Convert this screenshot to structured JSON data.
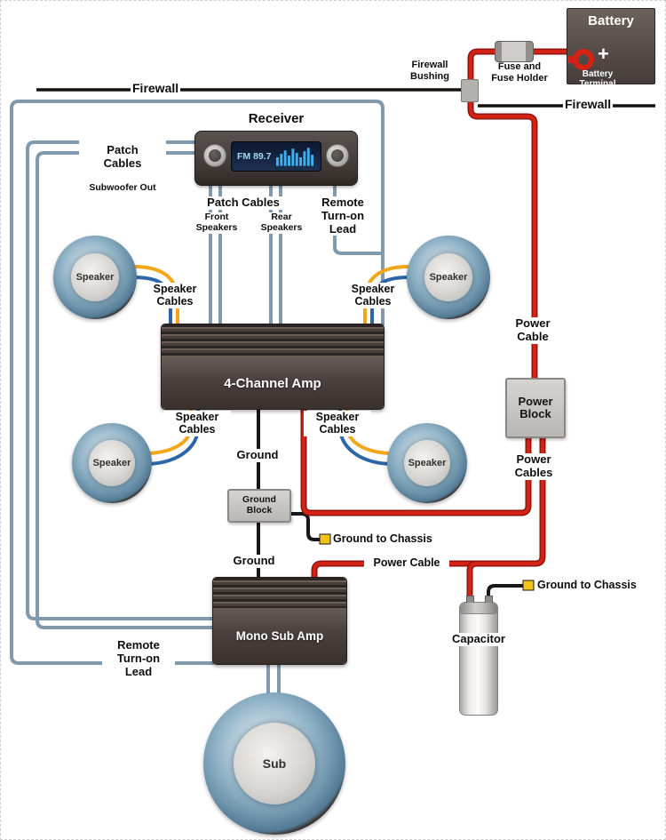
{
  "colors": {
    "wire_red": "#d42314",
    "wire_red_dark": "#8e1410",
    "wire_yellow": "#f2a71b",
    "wire_blue": "#2b66a8",
    "wire_gray": "#8099ad",
    "wire_black": "#1a1518",
    "tip_yellow": "#f2c21b"
  },
  "battery": {
    "title": "Battery",
    "plus": "+",
    "terminal_label": "Battery\nTerminal"
  },
  "fuse": {
    "label": "Fuse and\nFuse Holder"
  },
  "firewall": {
    "left": "Firewall",
    "right": "Firewall",
    "bushing": "Firewall\nBushing"
  },
  "receiver": {
    "label": "Receiver",
    "display": "FM 89.7"
  },
  "patch_left": {
    "title": "Patch\nCables",
    "subtitle": "Subwoofer Out"
  },
  "patch_center": {
    "title": "Patch Cables",
    "front": "Front\nSpeakers",
    "rear": "Rear\nSpeakers"
  },
  "remote": {
    "top": "Remote\nTurn-on\nLead",
    "bottom": "Remote\nTurn-on\nLead"
  },
  "speakers": {
    "front_left": "Speaker",
    "front_right": "Speaker",
    "rear_left": "Speaker",
    "rear_right": "Speaker",
    "sub": "Sub"
  },
  "speaker_cables": {
    "front_left": "Speaker\nCables",
    "front_right": "Speaker\nCables",
    "rear_left": "Speaker\nCables",
    "rear_right": "Speaker\nCables"
  },
  "amps": {
    "four_channel": "4-Channel Amp",
    "mono_sub": "Mono Sub Amp"
  },
  "power": {
    "cable_right": "Power\nCable",
    "block": "Power\nBlock",
    "cables": "Power\nCables",
    "cable_mid": "Power Cable"
  },
  "ground": {
    "top": "Ground",
    "block": "Ground Block",
    "bottom": "Ground",
    "to_chassis_mid": "Ground to Chassis",
    "to_chassis_right": "Ground to Chassis"
  },
  "capacitor": {
    "label": "Capacitor"
  }
}
